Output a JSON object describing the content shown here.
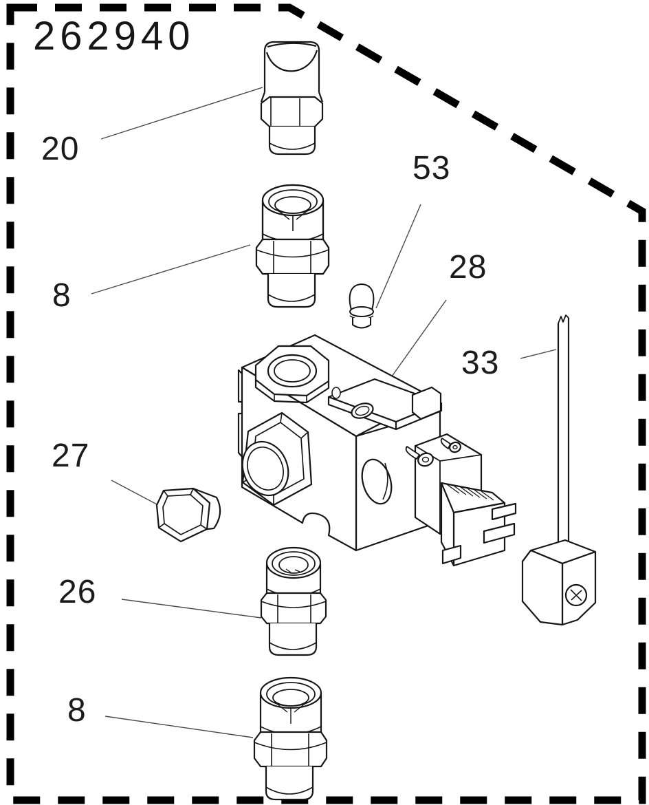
{
  "diagram": {
    "part_number": "262940",
    "type": "exploded-parts-diagram",
    "colors": {
      "background": "#ffffff",
      "line": "#1a1a1a",
      "border": "#000000"
    },
    "callouts": [
      {
        "ref": "20",
        "label": "20"
      },
      {
        "ref": "8-upper",
        "label": "8"
      },
      {
        "ref": "53",
        "label": "53"
      },
      {
        "ref": "28",
        "label": "28"
      },
      {
        "ref": "33",
        "label": "33"
      },
      {
        "ref": "27",
        "label": "27"
      },
      {
        "ref": "26",
        "label": "26"
      },
      {
        "ref": "8-lower",
        "label": "8"
      }
    ]
  }
}
